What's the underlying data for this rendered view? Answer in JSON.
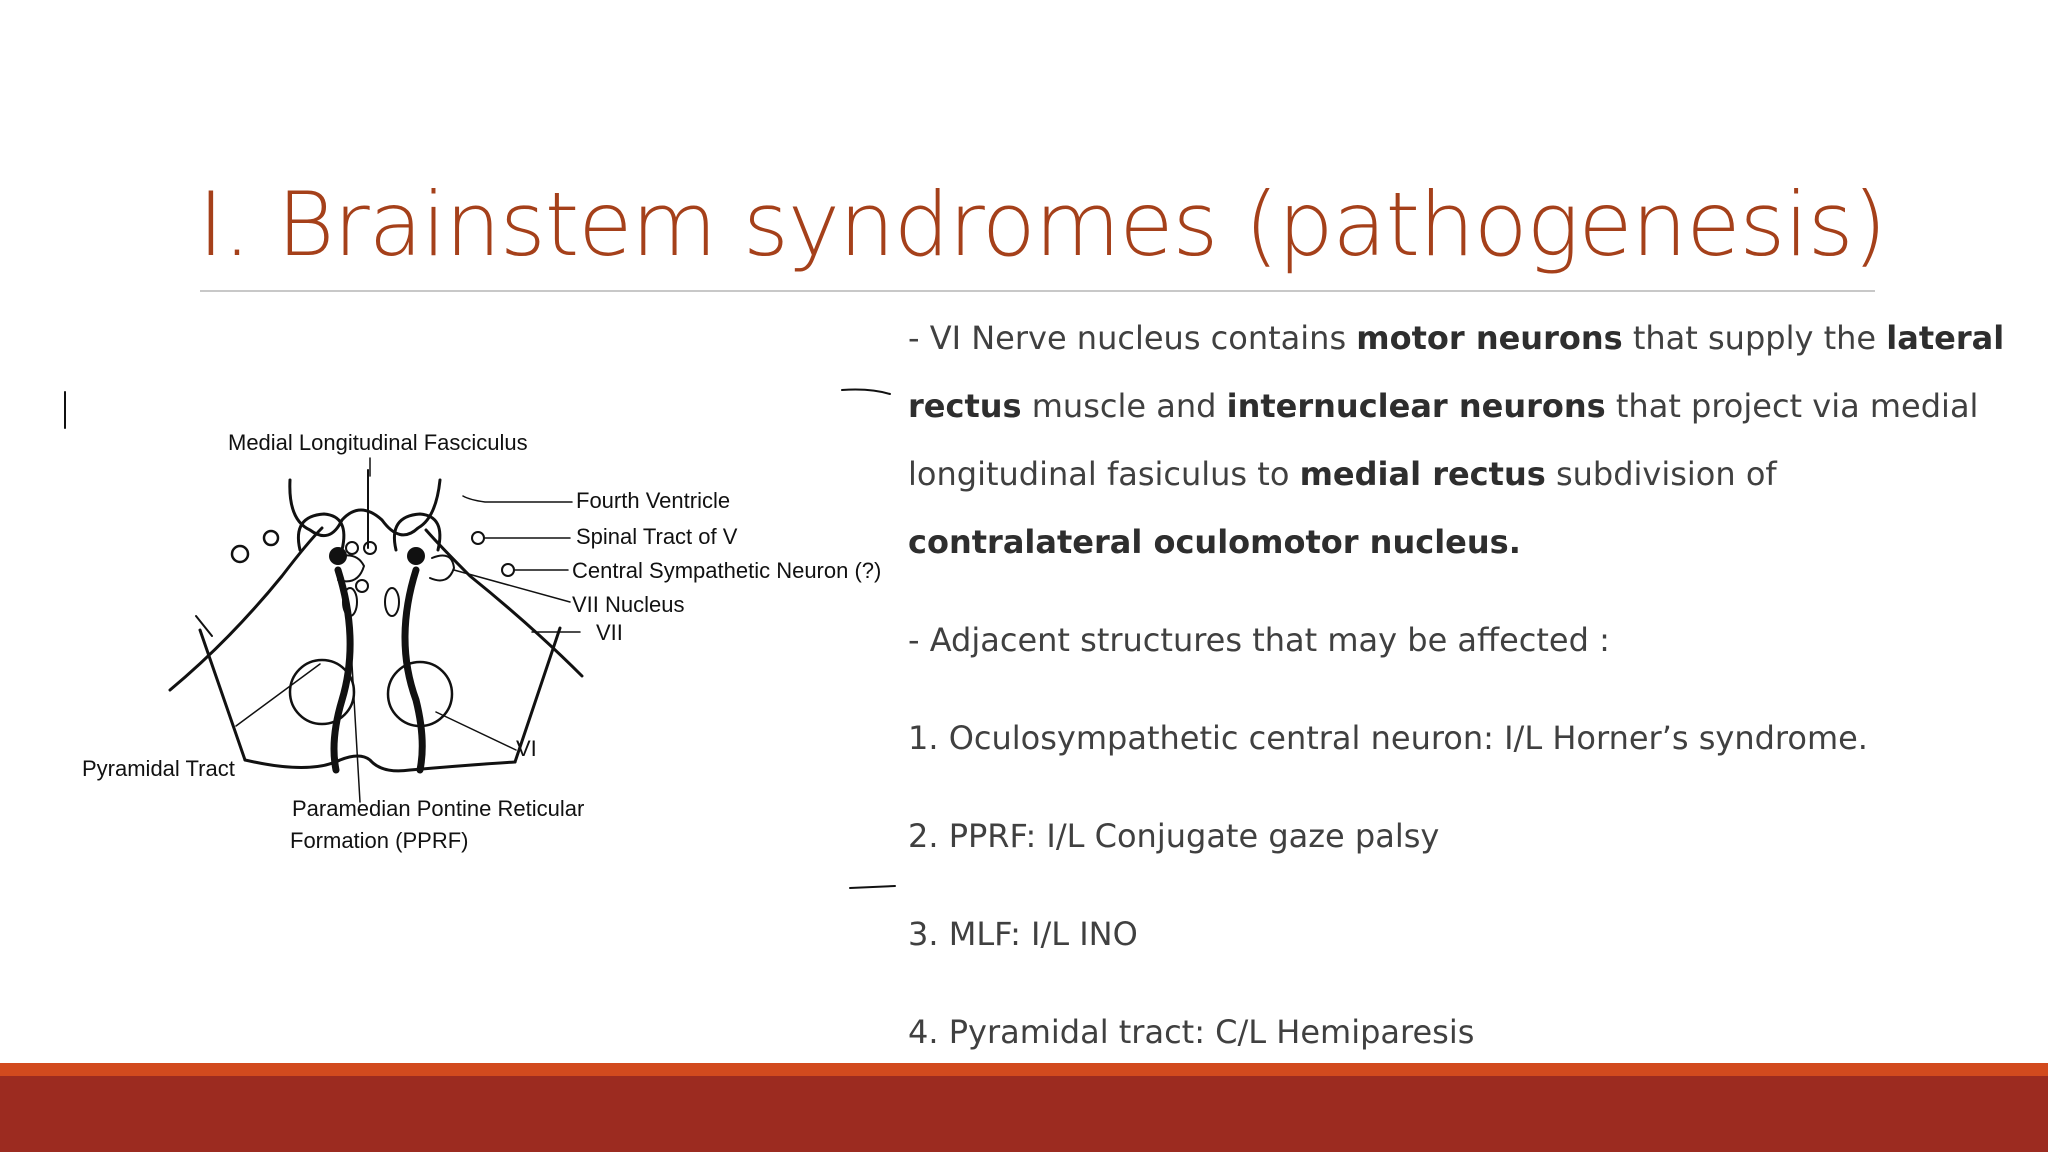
{
  "slide": {
    "title": "I. Brainstem syndromes (pathogenesis)"
  },
  "diagram": {
    "labels": {
      "mlf": "Medial Longitudinal Fasciculus",
      "fourth_ventricle": "Fourth Ventricle",
      "spinal_tract": "Spinal Tract of V",
      "central_sympathetic": "Central Sympathetic Neuron (?)",
      "vii_nucleus": "VII Nucleus",
      "vii": "VII",
      "vi": "VI",
      "pyramidal_tract": "Pyramidal Tract",
      "pprf_line1": "Paramedian Pontine Reticular",
      "pprf_line2": "Formation (PPRF)"
    }
  },
  "content": {
    "para1": {
      "t1": "- VI Nerve nucleus contains ",
      "b1": "motor neurons",
      "t2": " that supply the ",
      "b2": "lateral rectus",
      "t3": " muscle and ",
      "b3": "internuclear neurons",
      "t4": " that project via medial longitudinal fasiculus to ",
      "b4": "medial rectus",
      "t5": " subdivision of ",
      "b5": "contralateral oculomotor nucleus."
    },
    "adjacent_intro": "- Adjacent structures that may be affected :",
    "items": [
      "1. Oculosympathetic central neuron: I/L Horner’s syndrome.",
      "2. PPRF: I/L Conjugate gaze palsy",
      "3. MLF: I/L INO",
      "4. Pyramidal tract: C/L Hemiparesis"
    ]
  },
  "theme": {
    "title_color": "#a5401a",
    "footer_accent": "#d24a1e",
    "footer_band": "#9c2b20"
  }
}
